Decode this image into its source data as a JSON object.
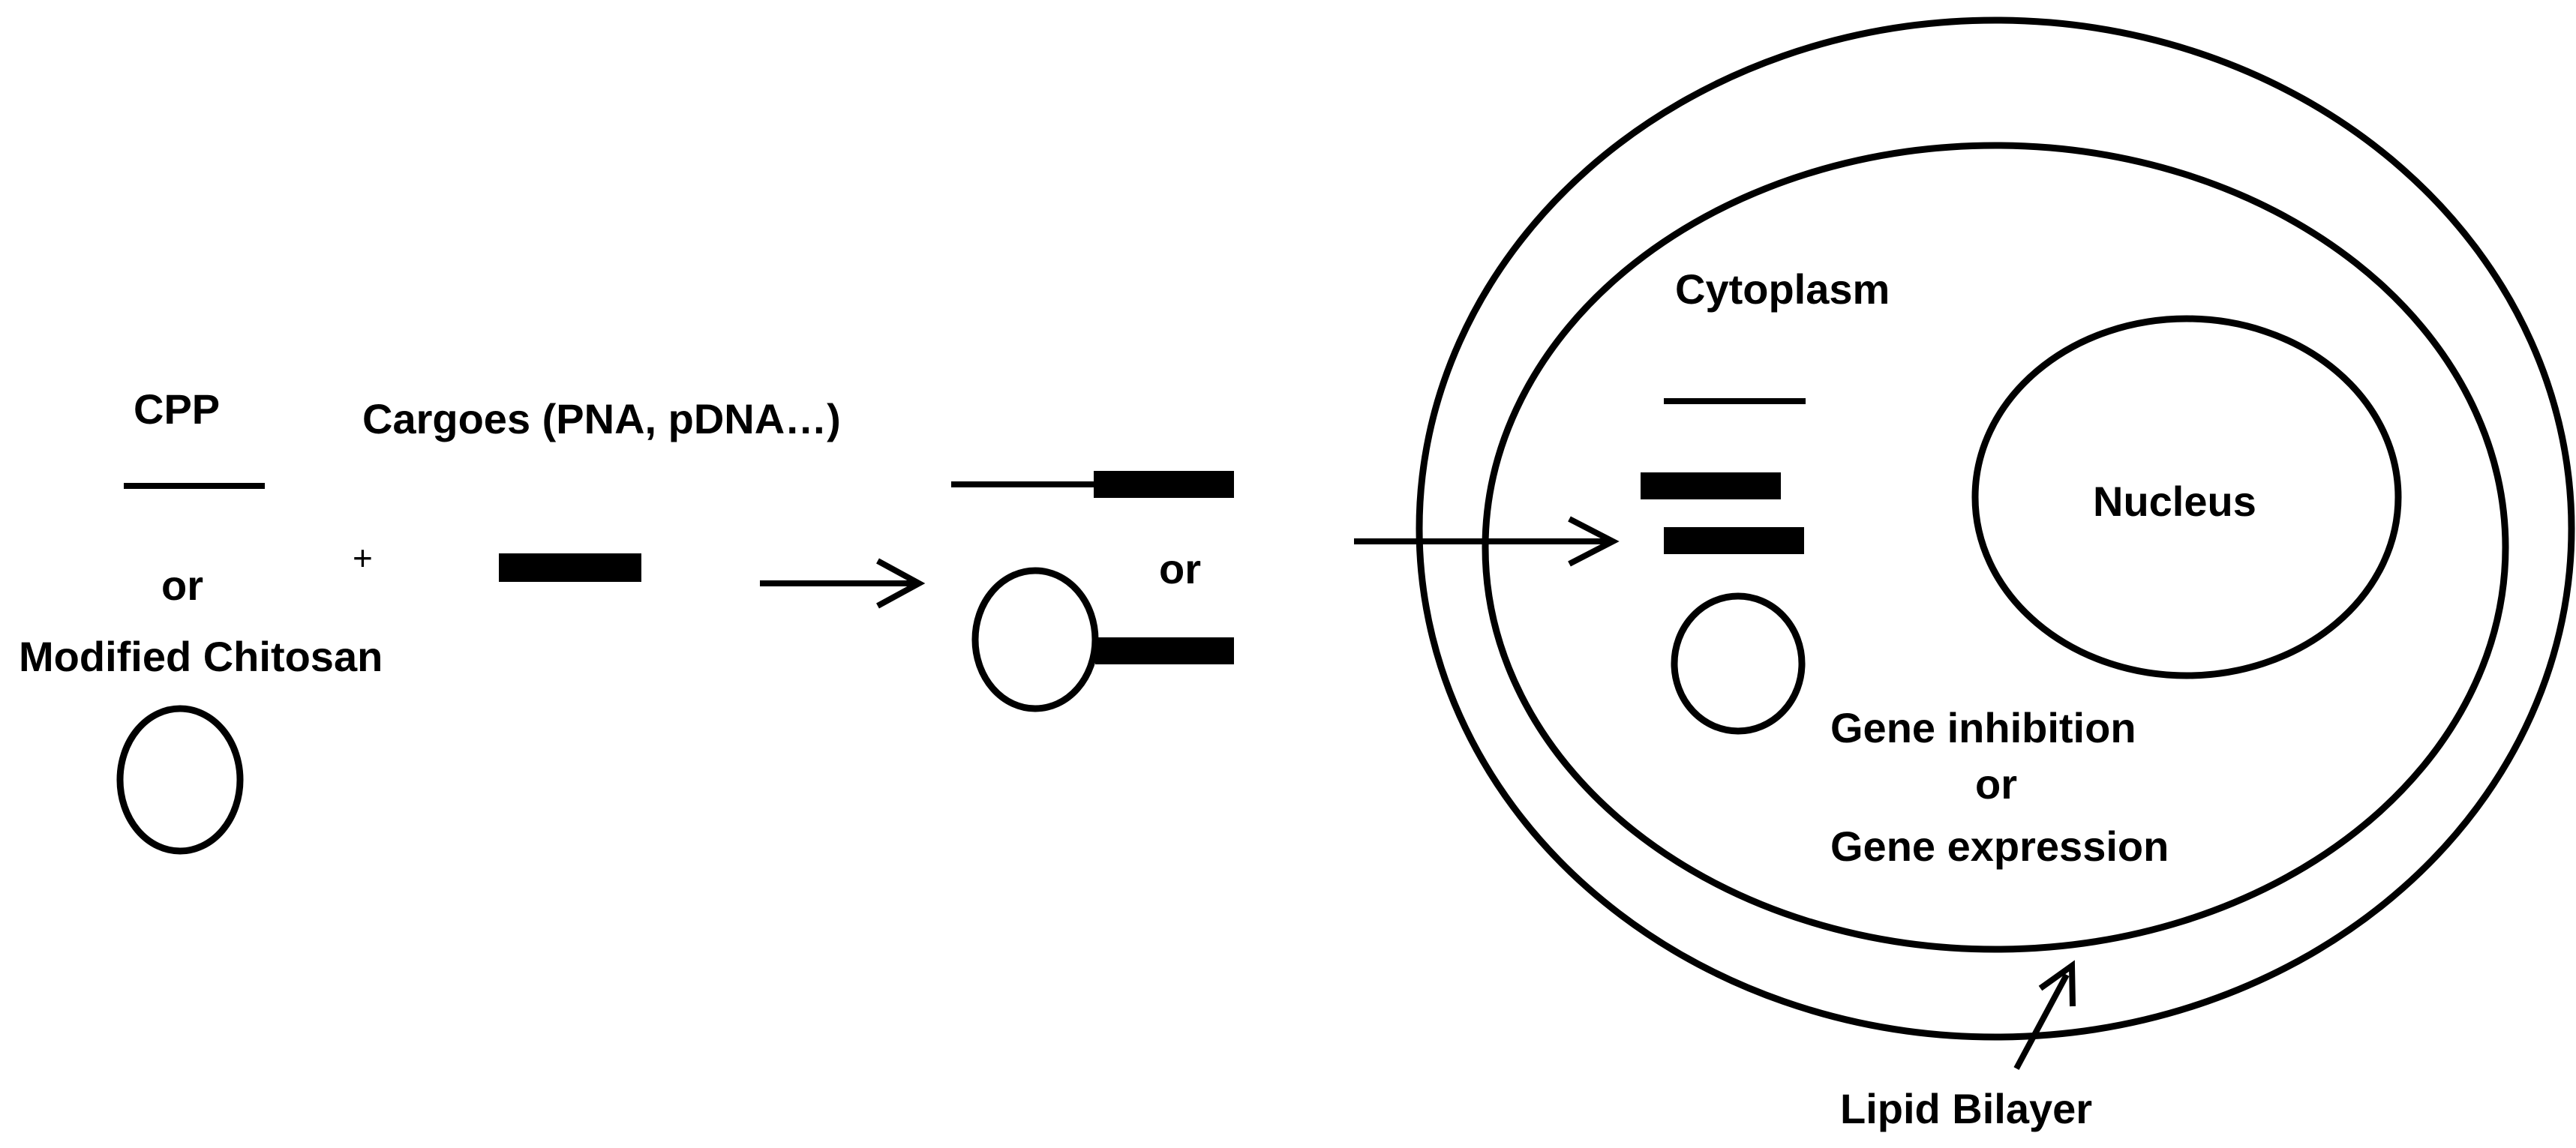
{
  "labels": {
    "cpp": "CPP",
    "or_left": "or",
    "modified_chitosan": "Modified Chitosan",
    "plus": "+",
    "cargoes": "Cargoes (PNA, pDNA…)",
    "or_complex": "or",
    "cytoplasm": "Cytoplasm",
    "nucleus": "Nucleus",
    "gene_inhibition": "Gene inhibition",
    "or_gene": "or",
    "gene_expression": "Gene expression",
    "lipid_bilayer": "Lipid Bilayer"
  },
  "colors": {
    "ink": "#000000",
    "background": "#ffffff"
  }
}
